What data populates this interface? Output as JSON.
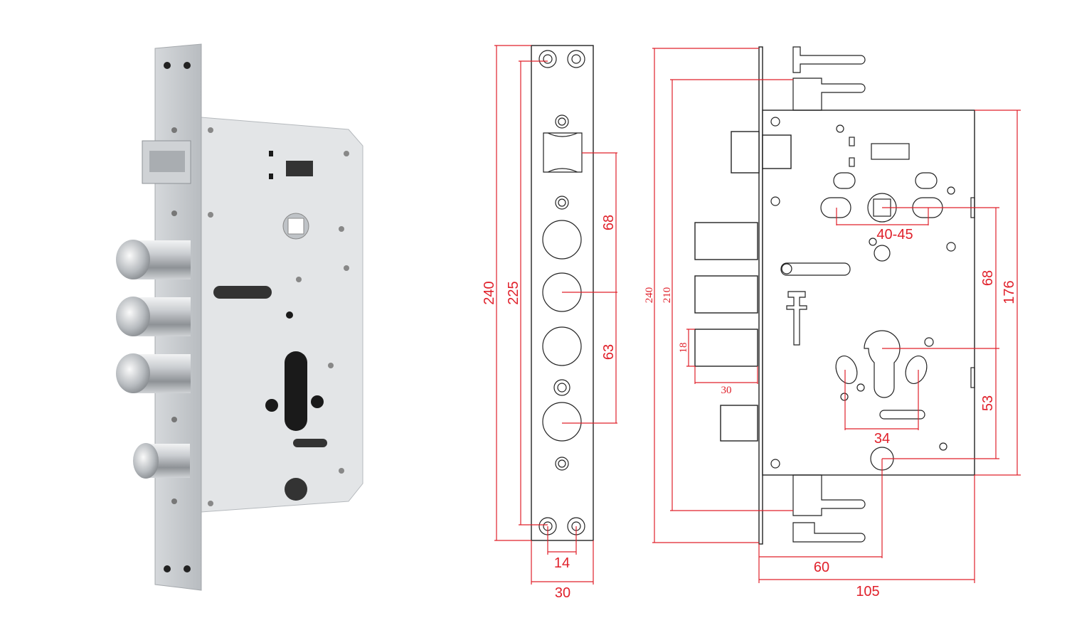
{
  "photo": {
    "subject": "mortise-lock-body",
    "colors": {
      "steel_light": "#e4e6e8",
      "steel_mid": "#c3c6c9",
      "steel_dark": "#8e9296",
      "hole": "#1a1a1a"
    }
  },
  "faceplate_view": {
    "dimensions": {
      "total_height": "240",
      "hole_spacing_height": "225",
      "upper_spacing": "68",
      "lower_spacing": "63",
      "hole_pitch": "14",
      "width": "30"
    }
  },
  "side_view": {
    "dimensions": {
      "faceplate_height": "240",
      "hook_spacing": "210",
      "bolt_height": "18",
      "bolt_throw": "30",
      "handle_spacing": "40-45",
      "handle_to_cylinder": "68",
      "case_height": "176",
      "cylinder_to_bottom": "53",
      "screw_spacing": "34",
      "backset": "60",
      "case_depth": "105"
    }
  },
  "colors": {
    "dimension": "#e0212b",
    "outline": "#222222"
  }
}
